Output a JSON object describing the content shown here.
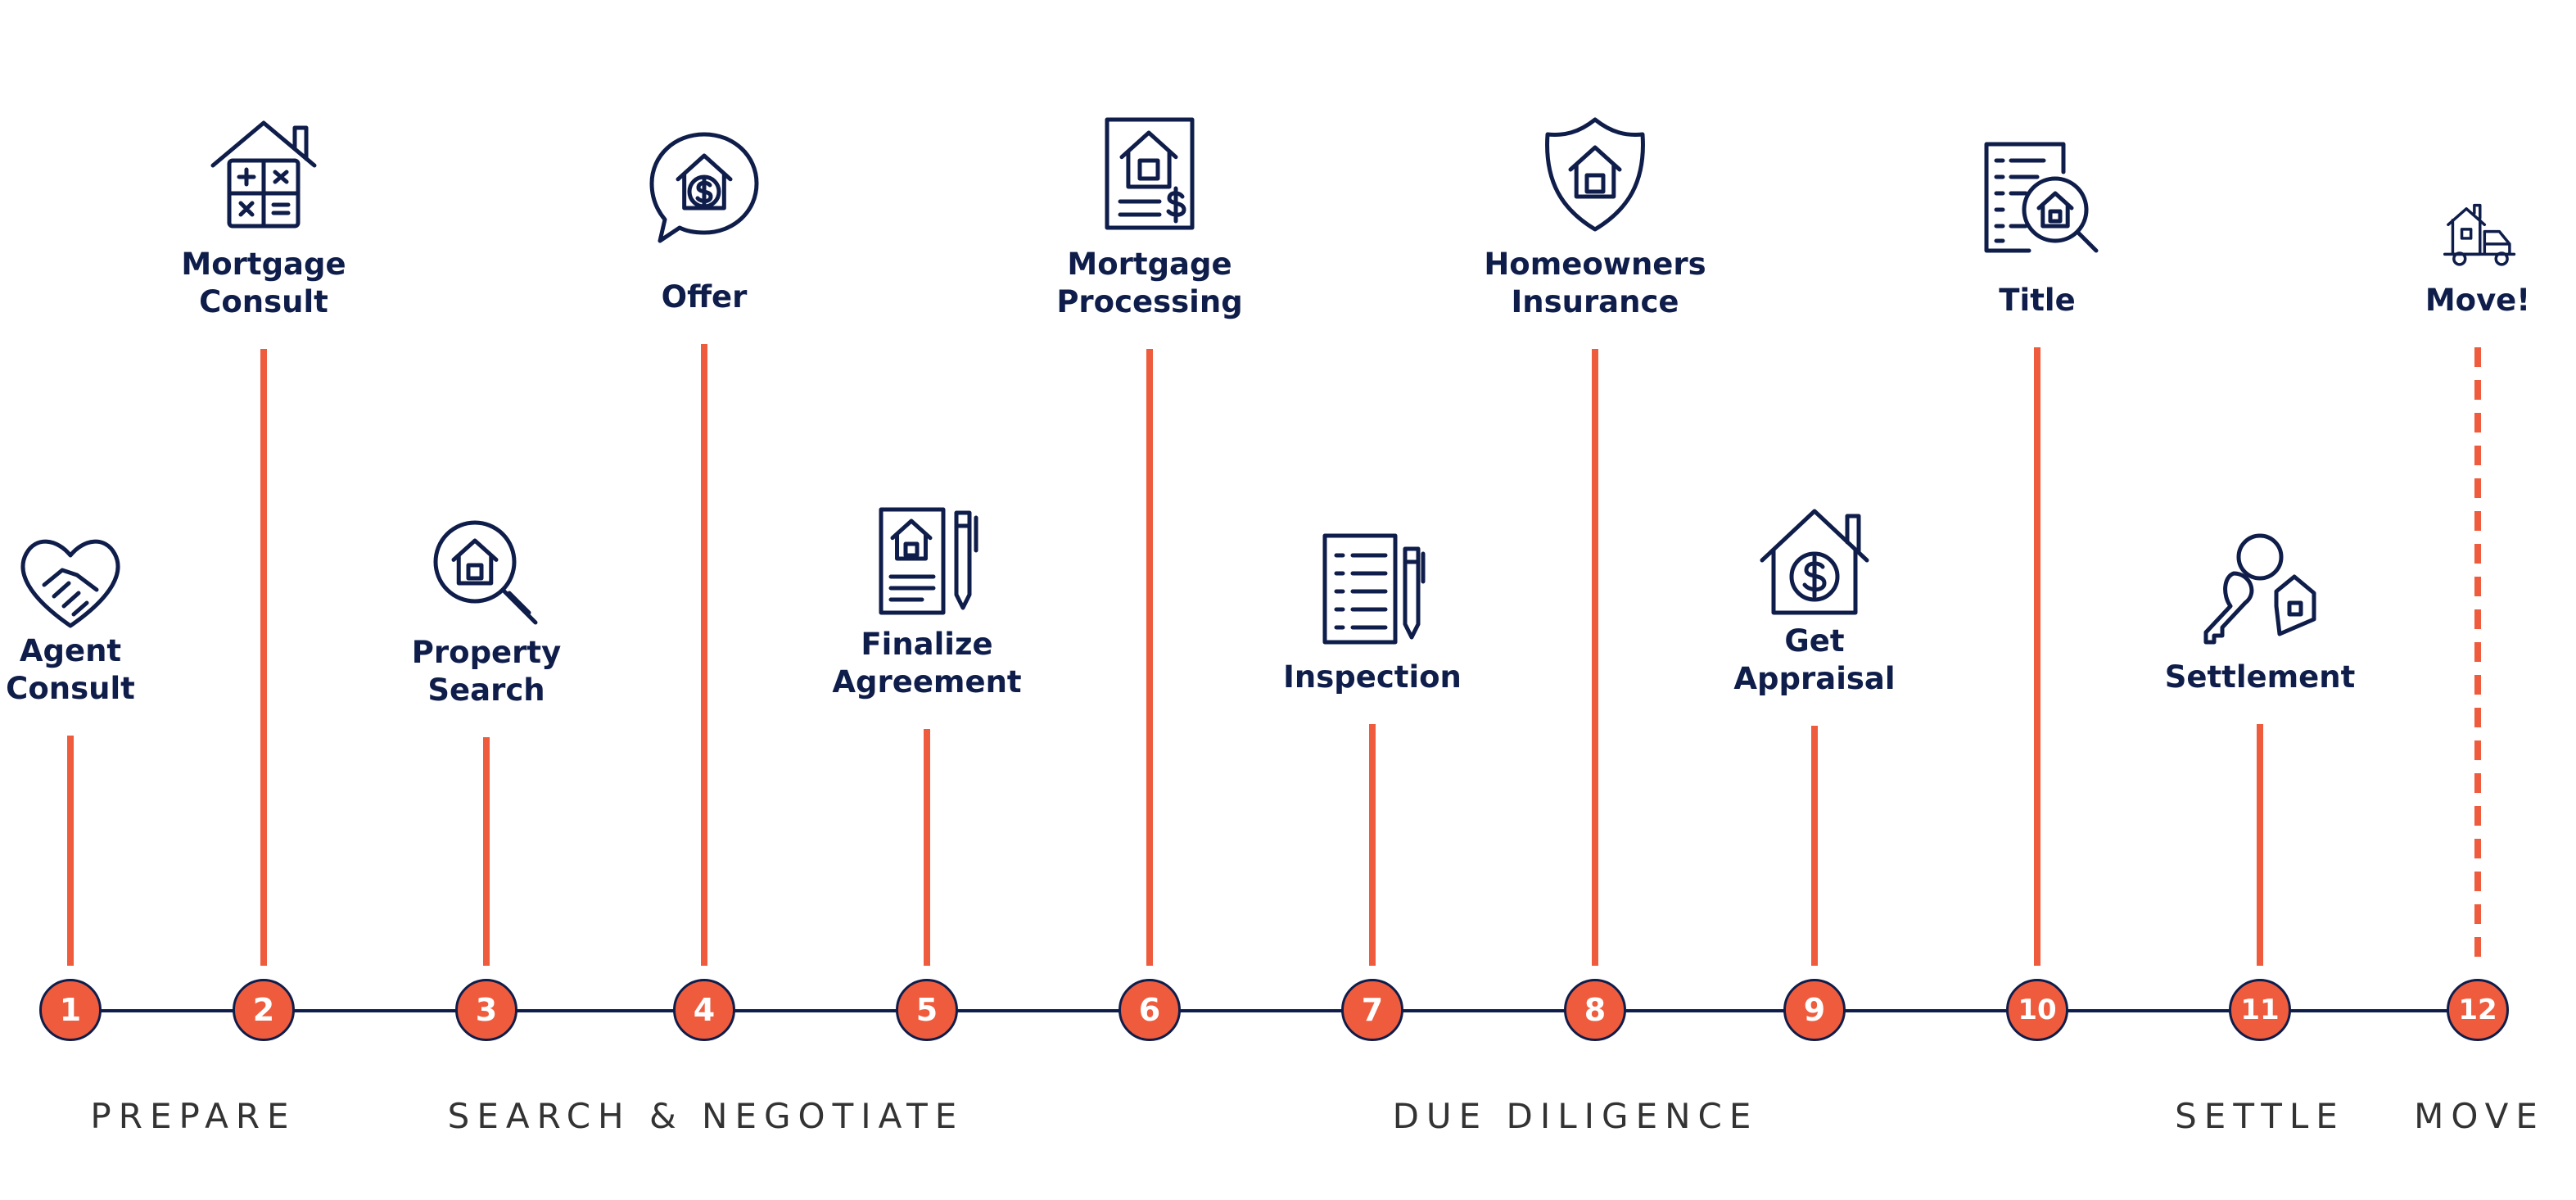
{
  "colors": {
    "accent": "#ee5b3d",
    "navy": "#0f1d4a",
    "phase_text": "#333333"
  },
  "steps": [
    {
      "number": "1",
      "lines": [
        "Agent",
        "Consult"
      ],
      "icon": "handshake-heart-icon",
      "level": "low"
    },
    {
      "number": "2",
      "lines": [
        "Mortgage",
        "Consult"
      ],
      "icon": "house-calculator-icon",
      "level": "high"
    },
    {
      "number": "3",
      "lines": [
        "Property",
        "Search"
      ],
      "icon": "house-magnifier-icon",
      "level": "low"
    },
    {
      "number": "4",
      "lines": [
        "Offer"
      ],
      "icon": "speech-bubble-dollar-house-icon",
      "level": "high"
    },
    {
      "number": "5",
      "lines": [
        "Finalize",
        "Agreement"
      ],
      "icon": "contract-pen-icon",
      "level": "low"
    },
    {
      "number": "6",
      "lines": [
        "Mortgage",
        "Processing"
      ],
      "icon": "mortgage-document-icon",
      "level": "high"
    },
    {
      "number": "7",
      "lines": [
        "Inspection"
      ],
      "icon": "checklist-pen-icon",
      "level": "low"
    },
    {
      "number": "8",
      "lines": [
        "Homeowners",
        "Insurance"
      ],
      "icon": "shield-house-icon",
      "level": "high"
    },
    {
      "number": "9",
      "lines": [
        "Get",
        "Appraisal"
      ],
      "icon": "house-dollar-icon",
      "level": "low"
    },
    {
      "number": "10",
      "lines": [
        "Title"
      ],
      "icon": "title-document-magnifier-icon",
      "level": "high"
    },
    {
      "number": "11",
      "lines": [
        "Settlement"
      ],
      "icon": "keys-icon",
      "level": "low"
    },
    {
      "number": "12",
      "lines": [
        "Move!"
      ],
      "icon": "moving-truck-icon",
      "level": "high",
      "dashed": true
    }
  ],
  "phases": [
    {
      "label": "PREPARE"
    },
    {
      "label": "SEARCH & NEGOTIATE"
    },
    {
      "label": "DUE DILIGENCE"
    },
    {
      "label": "SETTLE"
    },
    {
      "label": "MOVE"
    }
  ]
}
